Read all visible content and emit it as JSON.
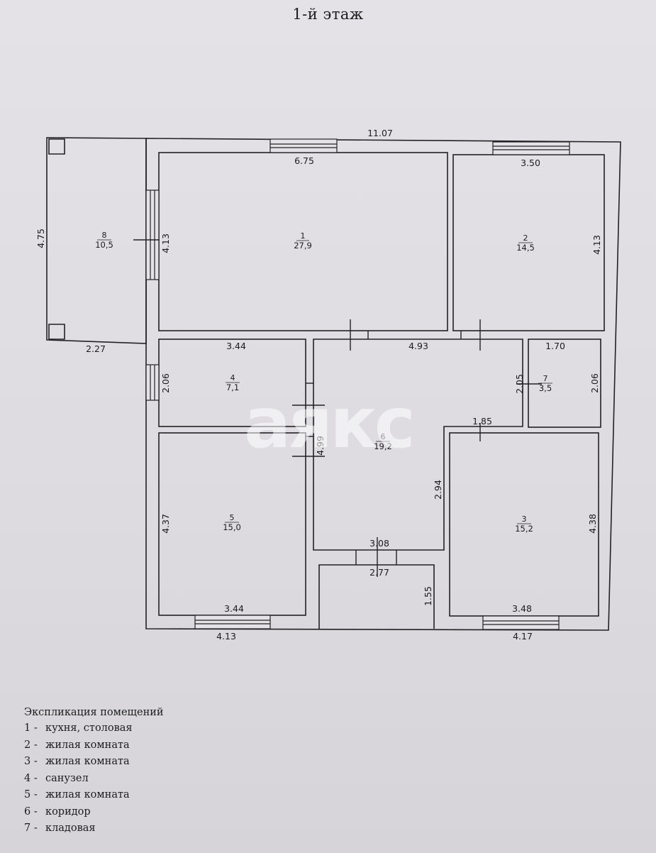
{
  "title": "1-й этаж",
  "watermark": "аякс",
  "overall": {
    "top_width": "11.07",
    "bottom_left": "4.13",
    "bottom_right": "4.17"
  },
  "rooms": {
    "r1": {
      "number": "1",
      "area": "27,9",
      "width": "6.75",
      "height": "4.13"
    },
    "r2": {
      "number": "2",
      "area": "14,5",
      "width": "3.50",
      "height": "4.13"
    },
    "r3": {
      "number": "3",
      "area": "15,2",
      "top": "1.85",
      "width": "3.48",
      "height": "4.38"
    },
    "r4": {
      "number": "4",
      "area": "7,1",
      "width": "3.44",
      "height": "2.06"
    },
    "r5": {
      "number": "5",
      "area": "15,0",
      "width": "3.44",
      "height": "4.37"
    },
    "r6": {
      "number": "6",
      "area": "19,2",
      "width": "4.93",
      "height": "4.99",
      "notch": "2.94",
      "bottom": "3.08",
      "side": "2.05"
    },
    "r7": {
      "number": "7",
      "area": "3,5",
      "width": "1.70",
      "height": "2.06"
    },
    "r8": {
      "number": "8",
      "area": "10,5",
      "width": "2.27",
      "height": "4.75"
    },
    "vestibule": {
      "width": "2.77",
      "height": "1.55"
    }
  },
  "legend": {
    "title": "Экспликация помещений",
    "items": [
      {
        "n": "1 -",
        "name": "кухня, столовая"
      },
      {
        "n": "2 -",
        "name": "жилая комната"
      },
      {
        "n": "3 -",
        "name": "жилая комната"
      },
      {
        "n": "4 -",
        "name": "санузел"
      },
      {
        "n": "5 -",
        "name": "жилая комната"
      },
      {
        "n": "6 -",
        "name": "коридор"
      },
      {
        "n": "7 -",
        "name": "кладовая"
      }
    ]
  }
}
